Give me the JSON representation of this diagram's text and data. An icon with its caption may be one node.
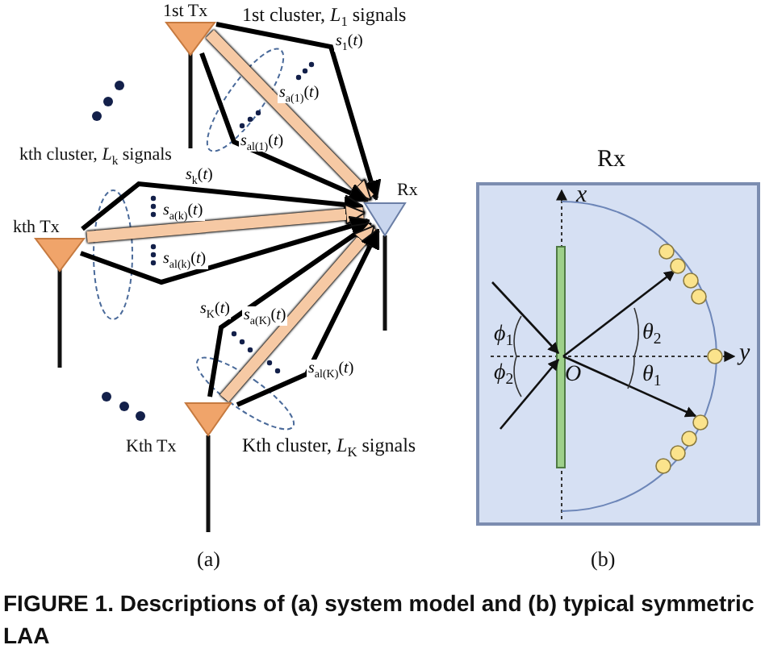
{
  "diagram": {
    "caption": "FIGURE 1. Descriptions of (a) system model and (b) typical symmetric LAA",
    "nodes": [
      {
        "text": [
          "1st Tx"
        ]
      },
      {
        "text": [
          "kth Tx"
        ]
      },
      {
        "text": [
          "Kth Tx"
        ]
      },
      {
        "text": [
          "Rx"
        ]
      },
      {
        "text": [
          "Rx"
        ]
      }
    ],
    "edges": [
      {
        "from": 0,
        "to": 3,
        "arrow": "to",
        "label": "*s*$_{1}$(*t*)"
      },
      {
        "from": 0,
        "to": 3,
        "arrow": "to",
        "label": "*s*$_{a(1)}$(*t*)",
        "style": "thick",
        "color": "#f6c9a4"
      },
      {
        "from": 0,
        "to": 3,
        "arrow": "to",
        "label": "*s*$_{al(1)}$(*t*)"
      },
      {
        "from": 1,
        "to": 3,
        "arrow": "to",
        "label": "*s*$_{k}$(*t*)"
      },
      {
        "from": 1,
        "to": 3,
        "arrow": "to",
        "label": "*s*$_{a(k)}$(*t*)",
        "style": "thick",
        "color": "#f6c9a4"
      },
      {
        "from": 1,
        "to": 3,
        "arrow": "to",
        "label": "*s*$_{al(k)}$(*t*)"
      },
      {
        "from": 2,
        "to": 3,
        "arrow": "to",
        "label": "*s*$_{K}$(*t*)"
      },
      {
        "from": 2,
        "to": 3,
        "arrow": "to",
        "label": "*s*$_{a(K)}$(*t*)",
        "style": "thick",
        "color": "#f6c9a4"
      },
      {
        "from": 2,
        "to": 3,
        "arrow": "to",
        "label": "*s*$_{al(K)}$(*t*)"
      }
    ],
    "labels": [
      "1st cluster, *L*$_{1}$ signals",
      "kth cluster, *L*$_{k}$ signals",
      "*x*",
      "*ϕ*$_{1}$",
      "*θ*$_{2}$",
      "*y*",
      "*ϕ*$_{2}$",
      "*O*",
      "*θ*$_{1}$",
      "Kth cluster, *L*$_{K}$ signals",
      "(a)",
      "(b)"
    ]
  }
}
